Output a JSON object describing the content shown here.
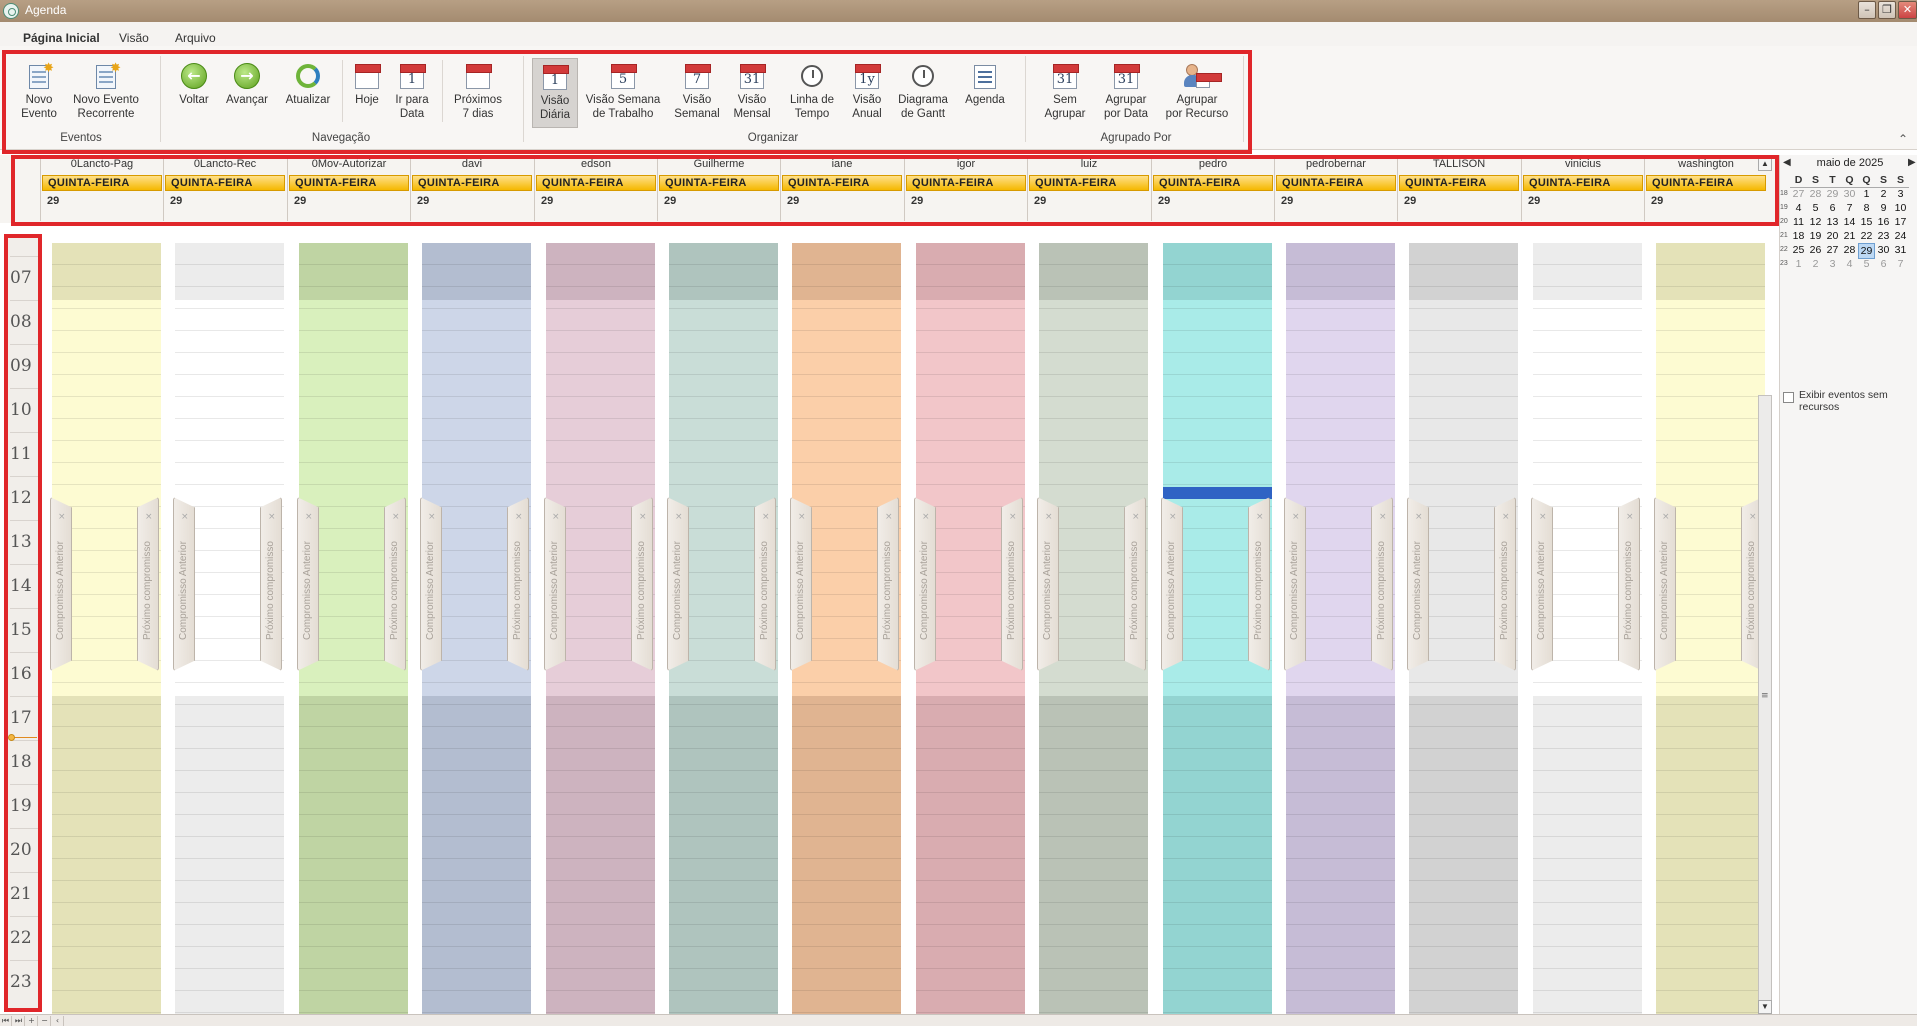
{
  "window": {
    "title": "Agenda"
  },
  "menu": {
    "tabs": [
      "Página Inicial",
      "Visão",
      "Arquivo"
    ]
  },
  "ribbon": {
    "groups": {
      "eventos": "Eventos",
      "navegacao": "Navegação",
      "organizar": "Organizar",
      "agrupado_por": "Agrupado Por"
    },
    "buttons": {
      "novo_evento": [
        "Novo",
        "Evento"
      ],
      "novo_evento_recorrente": [
        "Novo Evento",
        "Recorrente"
      ],
      "voltar": [
        "Voltar",
        ""
      ],
      "avancar": [
        "Avançar",
        ""
      ],
      "atualizar": [
        "Atualizar",
        ""
      ],
      "hoje": [
        "Hoje",
        ""
      ],
      "ir_para_data": [
        "Ir para",
        "Data"
      ],
      "proximos_7_dias": [
        "Próximos",
        "7 dias"
      ],
      "visao_diaria": [
        "Visão",
        "Diária"
      ],
      "visao_semana_trabalho": [
        "Visão Semana",
        "de Trabalho"
      ],
      "visao_semanal": [
        "Visão",
        "Semanal"
      ],
      "visao_mensal": [
        "Visão",
        "Mensal"
      ],
      "linha_de_tempo": [
        "Linha de",
        "Tempo"
      ],
      "visao_anual": [
        "Visão",
        "Anual"
      ],
      "diagrama_gantt": [
        "Diagrama",
        "de Gantt"
      ],
      "agenda": [
        "Agenda",
        ""
      ],
      "sem_agrupar": [
        "Sem",
        "Agrupar"
      ],
      "agrupar_por_data": [
        "Agrupar",
        "por Data"
      ],
      "agrupar_por_recurso": [
        "Agrupar",
        "por Recurso"
      ]
    },
    "icon_numbers": {
      "ir_para_data": "1",
      "visao_diaria": "1",
      "visao_semana_trabalho": "5",
      "visao_semanal": "7",
      "visao_mensal": "31",
      "visao_anual": "1y",
      "sem_agrupar": "31",
      "agrupar_por_data": "31"
    },
    "selected_view": "visao_diaria"
  },
  "day_label": "QUINTA-FEIRA",
  "day_number": "29",
  "resources": [
    {
      "name": "0Lancto-Pag",
      "color_work": "#fdfbd2",
      "color_off": "#e4e2b8"
    },
    {
      "name": "0Lancto-Rec",
      "color_work": "#ffffff",
      "color_off": "#ececec"
    },
    {
      "name": "0Mov-Autorizar",
      "color_work": "#d9f0bd",
      "color_off": "#bfd4a3"
    },
    {
      "name": "davi",
      "color_work": "#cdd6e8",
      "color_off": "#b3bdd0"
    },
    {
      "name": "edson",
      "color_work": "#e6cdd8",
      "color_off": "#cdb3bf"
    },
    {
      "name": "Guilherme",
      "color_work": "#c9ddd7",
      "color_off": "#afc4be"
    },
    {
      "name": "iane",
      "color_work": "#fbcfa9",
      "color_off": "#e0b491"
    },
    {
      "name": "igor",
      "color_work": "#f2c6c9",
      "color_off": "#d9acb0"
    },
    {
      "name": "luiz",
      "color_work": "#d4dcd0",
      "color_off": "#bac2b6"
    },
    {
      "name": "pedro",
      "color_work": "#a9ebe8",
      "color_off": "#93d4d1"
    },
    {
      "name": "pedrobernar",
      "color_work": "#e0d6ee",
      "color_off": "#c6bcd6"
    },
    {
      "name": "TALLISON",
      "color_work": "#e8e8e8",
      "color_off": "#d2d2d2"
    },
    {
      "name": "vinicius",
      "color_work": "#ffffff",
      "color_off": "#ececec"
    },
    {
      "name": "washington",
      "color_work": "#fdfbd2",
      "color_off": "#e4e2b8"
    }
  ],
  "nav_labels": {
    "prev": "Compromisso Anterior",
    "next": "Próximo compromisso",
    "close": "×"
  },
  "hours": [
    "07",
    "08",
    "09",
    "10",
    "11",
    "12",
    "13",
    "14",
    "15",
    "16",
    "17",
    "18",
    "19",
    "20",
    "21",
    "22",
    "23"
  ],
  "calendar": {
    "title": "maio de 2025",
    "weekdays": [
      "D",
      "S",
      "T",
      "Q",
      "Q",
      "S",
      "S"
    ],
    "weeks": [
      {
        "wk": "18",
        "days": [
          "27",
          "28",
          "29",
          "30",
          "1",
          "2",
          "3"
        ],
        "muted": [
          true,
          true,
          true,
          true,
          false,
          false,
          false
        ]
      },
      {
        "wk": "19",
        "days": [
          "4",
          "5",
          "6",
          "7",
          "8",
          "9",
          "10"
        ],
        "muted": [
          false,
          false,
          false,
          false,
          false,
          false,
          false
        ]
      },
      {
        "wk": "20",
        "days": [
          "11",
          "12",
          "13",
          "14",
          "15",
          "16",
          "17"
        ],
        "muted": [
          false,
          false,
          false,
          false,
          false,
          false,
          false
        ]
      },
      {
        "wk": "21",
        "days": [
          "18",
          "19",
          "20",
          "21",
          "22",
          "23",
          "24"
        ],
        "muted": [
          false,
          false,
          false,
          false,
          false,
          false,
          false
        ]
      },
      {
        "wk": "22",
        "days": [
          "25",
          "26",
          "27",
          "28",
          "29",
          "30",
          "31"
        ],
        "muted": [
          false,
          false,
          false,
          false,
          false,
          false,
          false
        ]
      },
      {
        "wk": "23",
        "days": [
          "1",
          "2",
          "3",
          "4",
          "5",
          "6",
          "7"
        ],
        "muted": [
          true,
          true,
          true,
          true,
          true,
          true,
          true
        ]
      }
    ],
    "today": "29"
  },
  "show_events_without_resources": "Exibir eventos sem recursos",
  "accent_highlight": "#e0262a",
  "appointment_color": "#2f63c4"
}
